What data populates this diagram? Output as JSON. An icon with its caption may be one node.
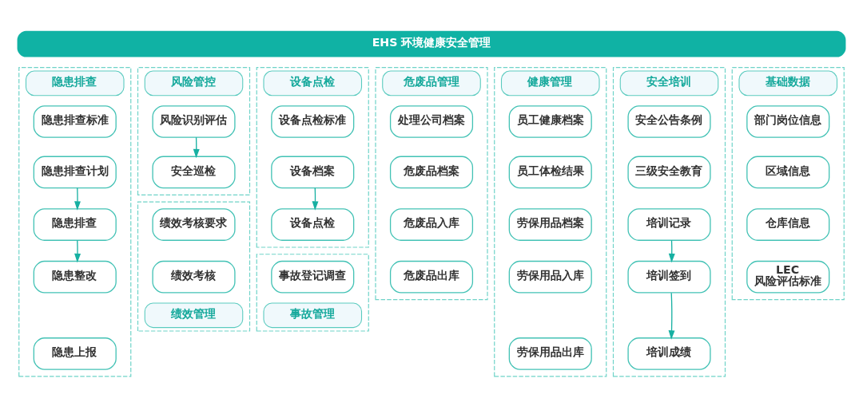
{
  "diagram": {
    "title": "EHS 环境健康安全管理",
    "nodes": [
      {
        "text": [
          "隐患排查"
        ]
      },
      {
        "text": [
          "隐患排查标准"
        ],
        "in": 0
      },
      {
        "text": [
          "隐患排查计划"
        ],
        "in": 0
      },
      {
        "text": [
          "隐患排查"
        ],
        "in": 0
      },
      {
        "text": [
          "隐患整改"
        ],
        "in": 0
      },
      {
        "text": [
          "隐患上报"
        ],
        "in": 0
      },
      {
        "text": [
          "风险管控"
        ]
      },
      {
        "text": [
          "风险识别评估"
        ],
        "in": 6
      },
      {
        "text": [
          "安全巡检"
        ],
        "in": 6
      },
      {
        "text": [
          "绩效管理"
        ]
      },
      {
        "text": [
          "绩效考核要求"
        ],
        "in": 9
      },
      {
        "text": [
          "绩效考核"
        ],
        "in": 9
      },
      {
        "text": [
          "设备点检"
        ]
      },
      {
        "text": [
          "设备点检标准"
        ],
        "in": 12
      },
      {
        "text": [
          "设备档案"
        ],
        "in": 12
      },
      {
        "text": [
          "设备点检"
        ],
        "in": 12
      },
      {
        "text": [
          "事故管理"
        ]
      },
      {
        "text": [
          "事故登记调查"
        ],
        "in": 16
      },
      {
        "text": [
          "危废品管理"
        ]
      },
      {
        "text": [
          "处理公司档案"
        ],
        "in": 18
      },
      {
        "text": [
          "危废品档案"
        ],
        "in": 18
      },
      {
        "text": [
          "危废品入库"
        ],
        "in": 18
      },
      {
        "text": [
          "危废品出库"
        ],
        "in": 18
      },
      {
        "text": [
          "健康管理"
        ]
      },
      {
        "text": [
          "员工健康档案"
        ],
        "in": 23
      },
      {
        "text": [
          "员工体检结果"
        ],
        "in": 23
      },
      {
        "text": [
          "劳保用品档案"
        ],
        "in": 23
      },
      {
        "text": [
          "劳保用品入库"
        ],
        "in": 23
      },
      {
        "text": [
          "劳保用品出库"
        ],
        "in": 23
      },
      {
        "text": [
          "安全培训"
        ]
      },
      {
        "text": [
          "安全公告条例"
        ],
        "in": 29
      },
      {
        "text": [
          "三级安全教育"
        ],
        "in": 29
      },
      {
        "text": [
          "培训记录"
        ],
        "in": 29
      },
      {
        "text": [
          "培训签到"
        ],
        "in": 29
      },
      {
        "text": [
          "培训成绩"
        ],
        "in": 29
      },
      {
        "text": [
          "基础数据"
        ]
      },
      {
        "text": [
          "部门岗位信息"
        ],
        "in": 35
      },
      {
        "text": [
          "区域信息"
        ],
        "in": 35
      },
      {
        "text": [
          "仓库信息"
        ],
        "in": 35
      },
      {
        "text": [
          "LEC 风险评估标准"
        ],
        "in": 35
      }
    ],
    "edges": [
      {
        "from": 2,
        "to": 3,
        "arrow": "to"
      },
      {
        "from": 3,
        "to": 4,
        "arrow": "to"
      },
      {
        "from": 7,
        "to": 8,
        "arrow": "to"
      },
      {
        "from": 14,
        "to": 15,
        "arrow": "to"
      },
      {
        "from": 32,
        "to": 33,
        "arrow": "to"
      },
      {
        "from": 33,
        "to": 34,
        "arrow": "to"
      }
    ]
  }
}
